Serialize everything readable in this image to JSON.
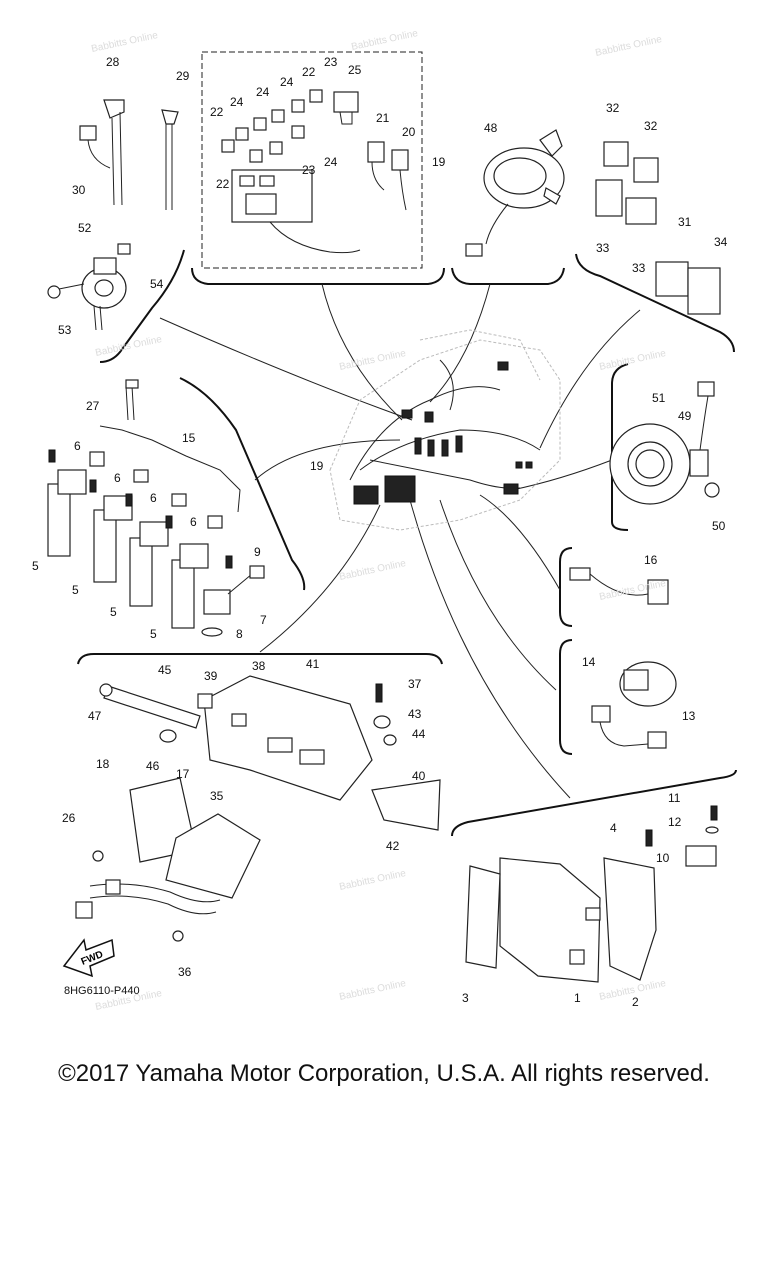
{
  "diagram": {
    "diagram_code": "8HG6110-P440",
    "fwd_label": "FWD",
    "watermark": "Babbitts Online",
    "callouts": [
      "1",
      "2",
      "3",
      "4",
      "5",
      "6",
      "7",
      "8",
      "9",
      "10",
      "11",
      "12",
      "13",
      "14",
      "15",
      "16",
      "17",
      "18",
      "19",
      "20",
      "21",
      "22",
      "23",
      "24",
      "25",
      "26",
      "27",
      "28",
      "29",
      "30",
      "31",
      "32",
      "33",
      "34",
      "35",
      "36",
      "37",
      "38",
      "39",
      "40",
      "41",
      "42",
      "43",
      "44",
      "45",
      "46",
      "47",
      "48",
      "49",
      "50",
      "51",
      "52",
      "53",
      "54"
    ]
  },
  "copyright": "©2017 Yamaha Motor Corporation, U.S.A. All rights reserved."
}
